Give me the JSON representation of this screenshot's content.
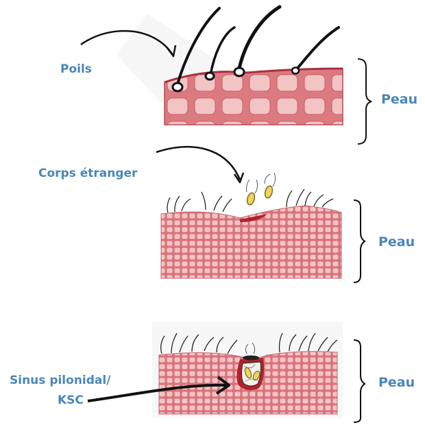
{
  "labels": {
    "hair": "Poils",
    "foreign_body": "Corps étranger",
    "sinus_line1": "Sinus pilonidal/",
    "sinus_line2": "KSC",
    "skin_top": "Peau",
    "skin_middle": "Peau",
    "skin_bottom": "Peau"
  },
  "colors": {
    "label_blue": "#4a86b8",
    "skin_pink": "#d9727c",
    "cell_light": "#f2c4c4",
    "wound_red": "#b3202a",
    "foreign_body_yellow": "#f0d45a",
    "outline_black": "#111111"
  }
}
